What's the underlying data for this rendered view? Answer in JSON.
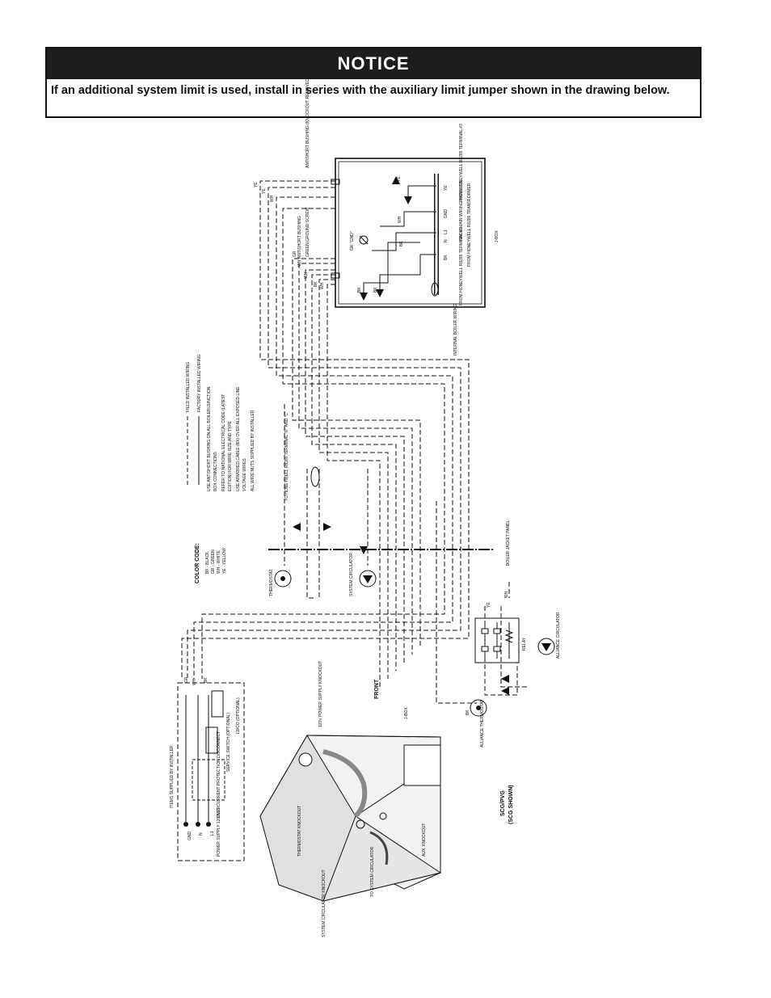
{
  "notice": {
    "title": "NOTICE",
    "text": "If an additional system limit is used, install in series with the auxiliary limit jumper shown in the drawing below."
  },
  "diagram": {
    "legend": {
      "field_wiring": "FIELD INSTALLED WIRING",
      "factory_wiring": "FACTORY INSTALLED WIRING",
      "notes": [
        "USE ANTISHORT BUSHING ON ALL BOILER/JUNCTION",
        "BOX CONNECTIONS",
        "REFER TO NATIONAL ELECTRICAL CODE (LATEST",
        "EDITION) FOR WIRE SIZE AND TYPE",
        "USE ARMORED CABLE (BX) OVER ALL EXPOSED LINE",
        "VOLTAGE WIRES",
        "ALL WIRE NUTS SUPPLIED BY INSTALLER"
      ]
    },
    "color_code": {
      "title": "COLOR CODE:",
      "entries": [
        "BK - BLACK",
        "GR - GREEN",
        "WH - WHITE",
        "YE - YELLOW"
      ]
    },
    "jbox": {
      "label": "J-BOX",
      "antishort_bushing_knockout": "ANTISHORT BUSHING (KNOCKOUT REMOVED)",
      "antishort_bushing": "ANTISHORT BUSHING",
      "green_ground_screw": "GREEN GROUND SCREW",
      "ground_label": "GR \"GND\"",
      "internal_wiring": "INTERNAL BOILER WIRING",
      "terminals": [
        "FROM HONEYWELL R8285 TERMINAL #3",
        "FROM MAIN WIRING HARNESS",
        "FROM HONEYWELL R8285 TRANSFORMER",
        "FROM HONEYWELL R8285 TERMINAL #1"
      ],
      "terminal_tags": [
        "YE",
        "GND",
        "L1",
        "N",
        "BK"
      ]
    },
    "wire_tags": [
      "YE",
      "YE",
      "WH",
      "GR",
      "WH",
      "WH",
      "BK",
      "WH",
      "BK",
      "BK",
      "BK",
      "WH",
      "YE",
      "WH",
      "GR",
      "WH",
      "BK",
      "BK",
      "YE"
    ],
    "honeywell_terminals": "TO HONEYWELL R8285 TERMINAL \"R\" AND \"C\"",
    "thermostat": "THERMOSTAT",
    "system_circulator": "SYSTEM CIRCULATOR",
    "boiler_jacket_panel": "BOILER JACKET PANEL",
    "relay": "RELAY",
    "alliance_circulator": "ALLIANCE CIRCULATOR",
    "alliance_thermostat": "ALLIANCE THERMOSTAT",
    "installer_items": {
      "title": "ITEMS SUPPLIED BY INSTALLER",
      "power_supply": "POWER SUPPLY 120/60/1",
      "overcurrent": "OVERCURRENT PROTECTION DISCONNECT",
      "service_switch": "SERVICE SWITCH (OPTIONAL)",
      "lwco": "LWCO (OPTIONAL)",
      "terminals": [
        "GND",
        "N",
        "L1"
      ]
    },
    "boiler": {
      "front": "FRONT",
      "power_knockout": "120V POWER SUPPLY KNOCKOUT",
      "jbox": "J-BOX",
      "thermostat_knockout": "THERMOSTAT KNOCKOUT",
      "to_system_circulator": "TO SYSTEM CIRCULATOR",
      "aux_knockout": "AUX. KNOCKOUT",
      "system_circulator_knockout": "SYSTEM CIRCULATOR KNOCKOUT",
      "model": "SCG/PVG",
      "model_shown": "(SCG SHOWN)"
    }
  }
}
